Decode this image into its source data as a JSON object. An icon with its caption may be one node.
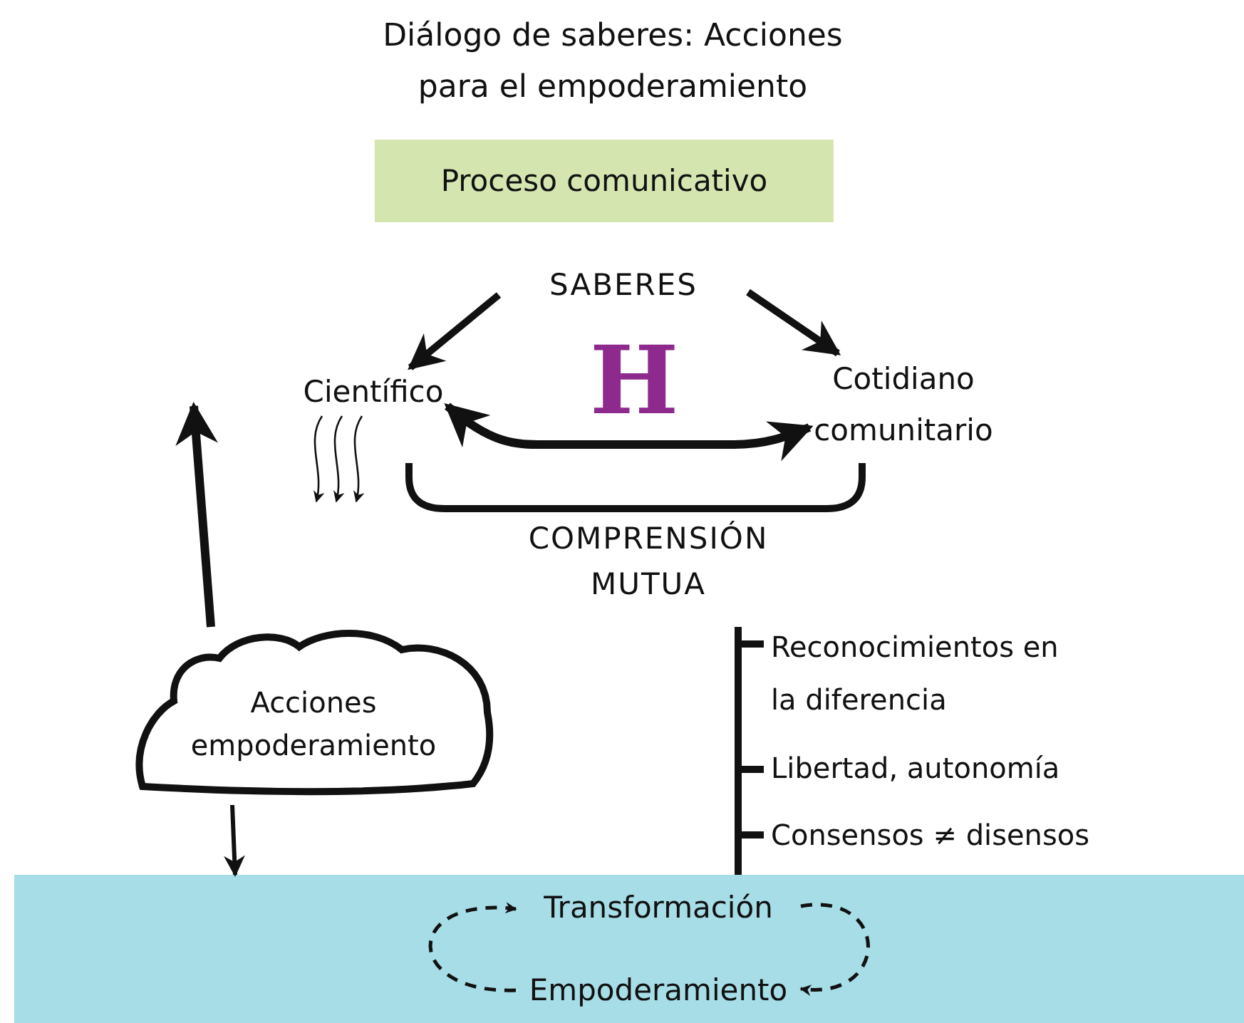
{
  "diagram": {
    "title": "Diálogo de saberes: Acciones para el empoderamiento",
    "nodes": [
      {
        "text": [
          "Proceso comunicativo"
        ]
      },
      {
        "text": [
          "SABERES"
        ]
      },
      {
        "text": [
          "Científico"
        ]
      },
      {
        "text": [
          "Cotidiano comunitario"
        ]
      },
      {
        "text": [
          "Acciones empoderamiento"
        ]
      },
      {
        "text": [],
        "shape": "band"
      },
      {
        "text": [
          "Transformación"
        ],
        "in": 5
      },
      {
        "text": [
          "Empoderamiento"
        ],
        "in": 5
      }
    ],
    "edges": [
      {
        "from": 1,
        "to": 2,
        "arrow": "to"
      },
      {
        "from": 1,
        "to": 3,
        "arrow": "to"
      },
      {
        "from": 2,
        "to": 3,
        "arrow": "both"
      },
      {
        "from": 4,
        "to": null,
        "arrow": "to"
      },
      {
        "from": 4,
        "to": 5,
        "arrow": "to"
      },
      {
        "from": 6,
        "to": 7,
        "arrow": "to",
        "style": "dashed"
      },
      {
        "from": 7,
        "to": 6,
        "arrow": "to",
        "style": "dashed"
      }
    ],
    "labels": [
      "H",
      "COMPRENSIÓN MUTUA",
      "Reconocimientos en la diferencia",
      "Libertad, autonomía",
      "Consensos ≠ disensos"
    ]
  }
}
